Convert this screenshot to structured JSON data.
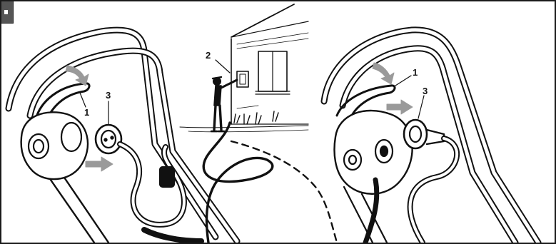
{
  "figure": {
    "panels": [
      {
        "id": "left",
        "description_tag": "handle-cable-hook"
      },
      {
        "id": "middle",
        "description_tag": "house-outlet"
      },
      {
        "id": "right",
        "description_tag": "handle-plug-socket"
      }
    ],
    "callouts": {
      "left_hook": "1",
      "left_plug": "3",
      "middle_outlet": "2",
      "right_hook": "1",
      "right_plug": "3"
    },
    "colors": {
      "line": "#111111",
      "arrow_fill": "#9a9a9a",
      "corner_tab": "#555555"
    },
    "icons": [
      "curved-arrow-icon",
      "right-arrow-icon"
    ]
  }
}
